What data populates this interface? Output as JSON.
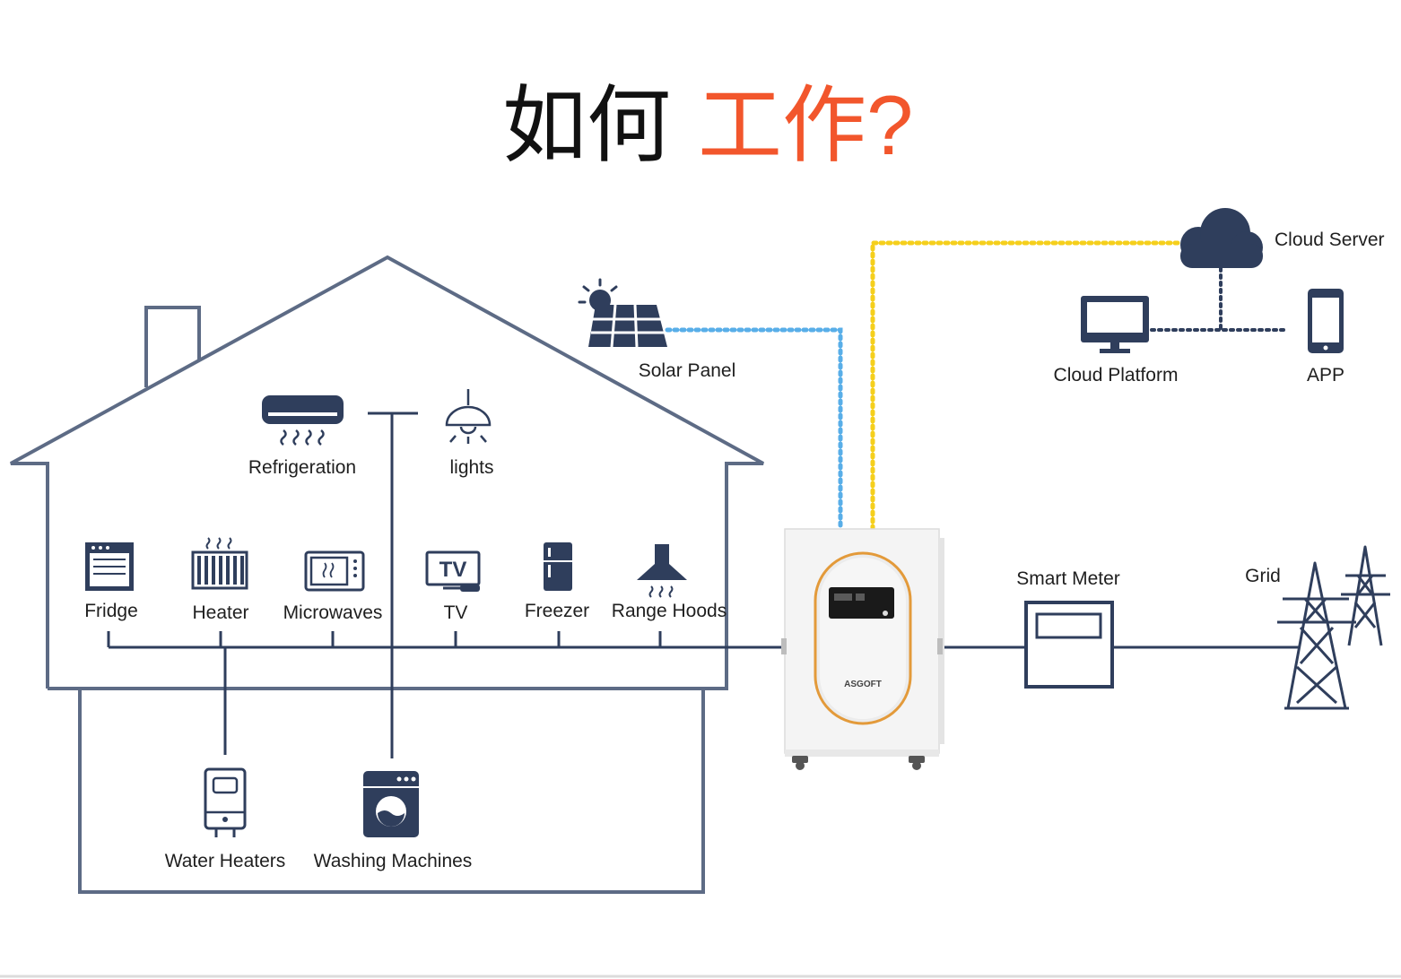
{
  "title": {
    "part1": "如何",
    "part2": "工作?"
  },
  "colors": {
    "house_line": "#5d6b85",
    "icon_navy": "#2f3e5c",
    "title_accent": "#f2562c",
    "solar_link": "#58aee8",
    "cloud_link": "#f5cf1c",
    "battery_trim": "#e39a3a"
  },
  "labels": {
    "refrigeration": "Refrigeration",
    "lights": "lights",
    "fridge": "Fridge",
    "heater": "Heater",
    "microwaves": "Microwaves",
    "tv": "TV",
    "freezer": "Freezer",
    "range_hoods": "Range Hoods",
    "water_heaters": "Water Heaters",
    "washing_machines": "Washing Machines",
    "solar_panel": "Solar Panel",
    "cloud_server": "Cloud Server",
    "cloud_platform": "Cloud Platform",
    "app": "APP",
    "smart_meter": "Smart Meter",
    "grid": "Grid"
  },
  "device": {
    "brand": "ASGOFT"
  },
  "icons": [
    "air-conditioner-icon",
    "ceiling-light-icon",
    "dishwasher-icon",
    "radiator-icon",
    "microwave-icon",
    "tv-icon",
    "freezer-icon",
    "range-hood-icon",
    "water-heater-icon",
    "washing-machine-icon",
    "solar-panel-icon",
    "cloud-icon",
    "monitor-icon",
    "smartphone-icon",
    "meter-icon",
    "pylon-icon"
  ]
}
